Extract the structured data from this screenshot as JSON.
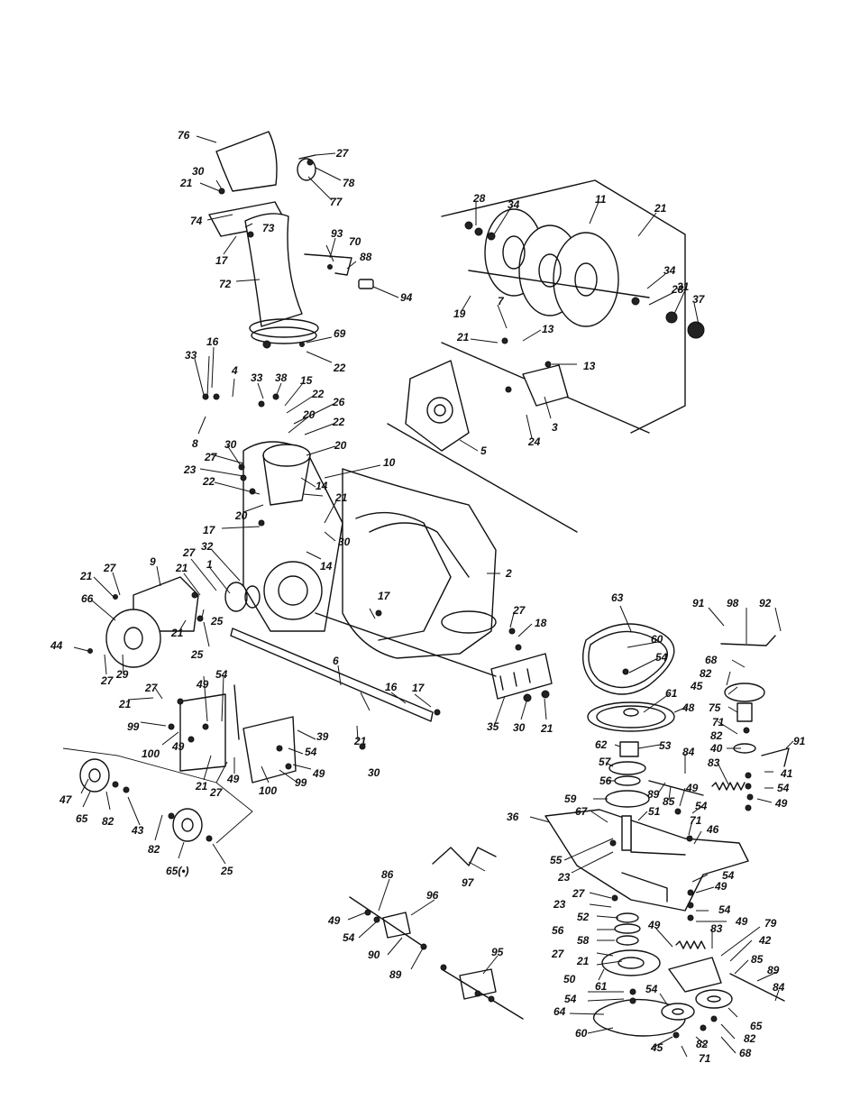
{
  "diagram": {
    "labels": [
      "76",
      "27",
      "30",
      "21",
      "78",
      "77",
      "74",
      "73",
      "17",
      "72",
      "93",
      "70",
      "88",
      "94",
      "69",
      "22",
      "28",
      "34",
      "11",
      "21",
      "34",
      "28",
      "31",
      "37",
      "19",
      "7",
      "13",
      "21",
      "13",
      "3",
      "24",
      "5",
      "16",
      "33",
      "4",
      "33",
      "38",
      "15",
      "22",
      "26",
      "20",
      "8",
      "22",
      "20",
      "27",
      "30",
      "10",
      "23",
      "22",
      "14",
      "20",
      "21",
      "17",
      "30",
      "14",
      "32",
      "27",
      "21",
      "27",
      "9",
      "1",
      "2",
      "21",
      "66",
      "25",
      "44",
      "27",
      "29",
      "21",
      "25",
      "17",
      "27",
      "18",
      "6",
      "16",
      "17",
      "35",
      "30",
      "21",
      "27",
      "21",
      "49",
      "54",
      "99",
      "100",
      "49",
      "39",
      "54",
      "49",
      "21",
      "27",
      "49",
      "100",
      "99",
      "47",
      "65",
      "82",
      "43",
      "82",
      "65(•)",
      "25",
      "30",
      "21",
      "63",
      "91",
      "98",
      "92",
      "60",
      "54",
      "68",
      "82",
      "45",
      "61",
      "48",
      "75",
      "71",
      "82",
      "40",
      "91",
      "41",
      "62",
      "53",
      "57",
      "84",
      "56",
      "83",
      "54",
      "89",
      "85",
      "49",
      "59",
      "49",
      "67",
      "51",
      "71",
      "54",
      "46",
      "36",
      "55",
      "23",
      "54",
      "49",
      "97",
      "27",
      "23",
      "54",
      "49",
      "52",
      "56",
      "58",
      "27",
      "21",
      "50",
      "86",
      "96",
      "49",
      "54",
      "90",
      "89",
      "95",
      "49",
      "83",
      "79",
      "42",
      "85",
      "89",
      "84",
      "65",
      "54",
      "61",
      "54",
      "64",
      "60",
      "45",
      "82",
      "82",
      "71",
      "68"
    ]
  }
}
